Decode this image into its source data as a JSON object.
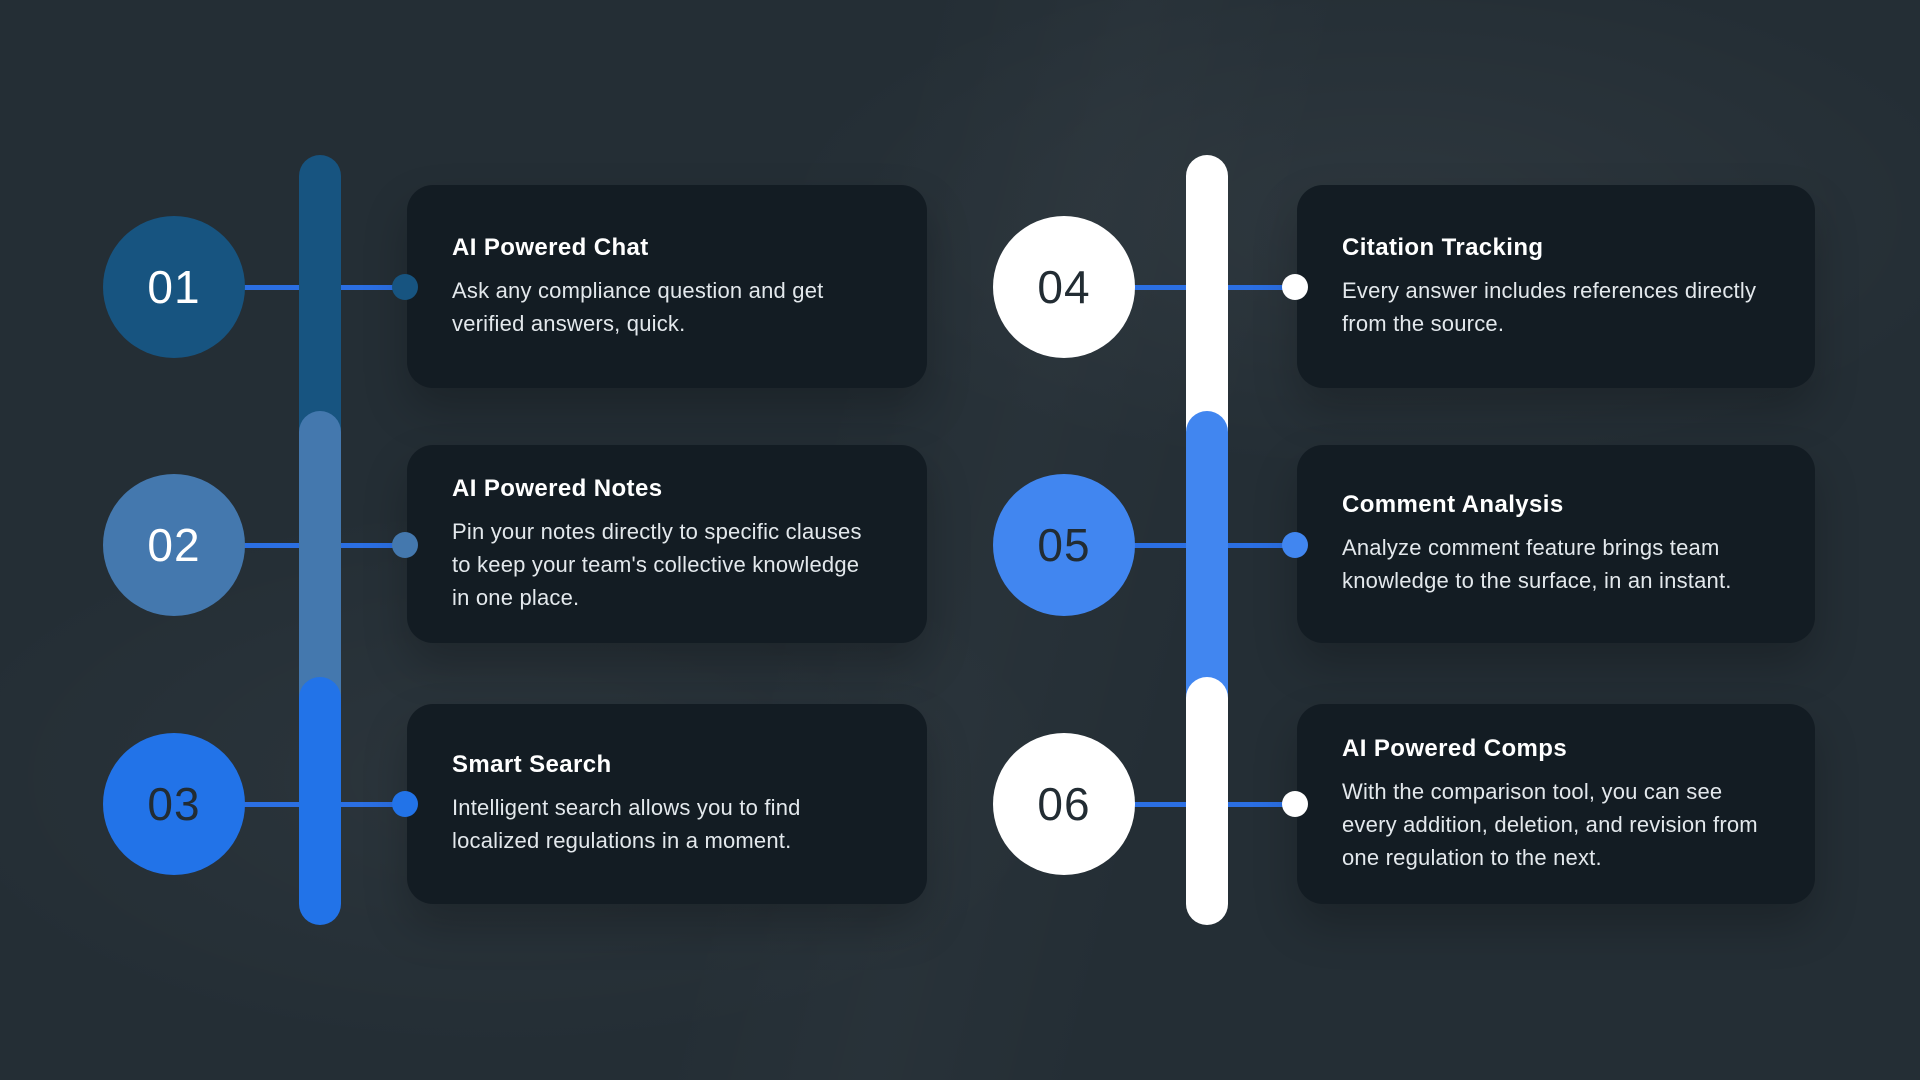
{
  "page": {
    "background": "#242e35",
    "card_background": "#131c23",
    "connector_color": "#2b6fe3",
    "body_text_color": "#e3e8ec",
    "title_text_color": "#ffffff"
  },
  "palette": {
    "dark_blue": "#175480",
    "steel_blue": "#4478ae",
    "bright_blue": "#2273e8",
    "bright_blue_light": "#4186f0",
    "white": "#ffffff",
    "dark_number": "#222c33"
  },
  "columns": [
    {
      "side": "left",
      "segments": [
        "#175480",
        "#4478ae",
        "#2273e8"
      ],
      "items": [
        {
          "number": "01",
          "title": "AI Powered Chat",
          "description": "Ask any compliance question and get verified answers, quick.",
          "circle_color": "#175480",
          "number_color": "#ffffff",
          "dot_color": "#175480"
        },
        {
          "number": "02",
          "title": "AI Powered Notes",
          "description": "Pin your notes directly to specific clauses to keep your team's collective knowledge in one place.",
          "circle_color": "#4478ae",
          "number_color": "#ffffff",
          "dot_color": "#4478ae"
        },
        {
          "number": "03",
          "title": "Smart Search",
          "description": "Intelligent search allows you to find localized regulations in a moment.",
          "circle_color": "#2273e8",
          "number_color": "#222c33",
          "dot_color": "#2273e8"
        }
      ]
    },
    {
      "side": "right",
      "segments": [
        "#ffffff",
        "#4186f0",
        "#ffffff"
      ],
      "items": [
        {
          "number": "04",
          "title": "Citation Tracking",
          "description": " Every answer includes references directly from the source.",
          "circle_color": "#ffffff",
          "number_color": "#222c33",
          "dot_color": "#ffffff"
        },
        {
          "number": "05",
          "title": "Comment Analysis",
          "description": "Analyze comment feature brings team knowledge to the surface, in an instant.",
          "circle_color": "#4186f0",
          "number_color": "#222c33",
          "dot_color": "#4186f0"
        },
        {
          "number": "06",
          "title": "AI Powered Comps",
          "description": "With the comparison tool, you can see every addition, deletion, and revision from one regulation to the next.",
          "circle_color": "#ffffff",
          "number_color": "#222c33",
          "dot_color": "#ffffff"
        }
      ]
    }
  ]
}
